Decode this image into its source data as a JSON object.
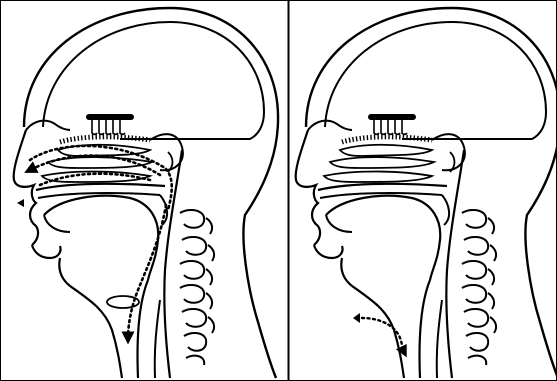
{
  "figure": {
    "panels": [
      {
        "id": "left",
        "airflow": "nasal-and-oral"
      },
      {
        "id": "right",
        "airflow": "oral-only"
      }
    ],
    "colors": {
      "ink": "#000000",
      "paper": "#ffffff"
    },
    "elements": [
      "skull-outline",
      "face-profile",
      "nasal-conchae",
      "olfactory-bulb",
      "hard-palate",
      "tongue",
      "vertebrae",
      "trachea",
      "airflow-arrows"
    ]
  }
}
